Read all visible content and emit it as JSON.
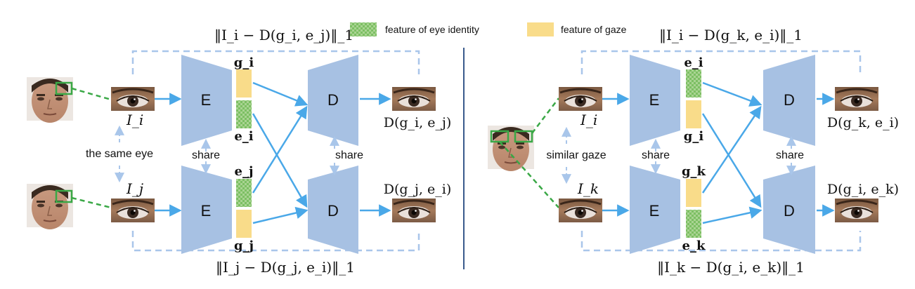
{
  "legend": {
    "identity_label": "feature of eye identity",
    "gaze_label": "feature of gaze"
  },
  "colors": {
    "block": "#a7c1e3",
    "arrow": "#4aa8e8",
    "dashed": "#a9c6ea",
    "face_link": "#3aa846",
    "gaze_feature": "#f9dc8a",
    "identity_feature": "#93c97b",
    "divider": "#3a5a8c"
  },
  "left_panel": {
    "loss_top": "‖I_i − D(g_i, e_j)‖_1",
    "loss_bottom": "‖I_j − D(g_j, e_i)‖_1",
    "input_top": "I_i",
    "input_bottom": "I_j",
    "relation": "the same eye",
    "encoder": "E",
    "decoder": "D",
    "share_encoder": "share",
    "share_decoder": "share",
    "top_features": [
      "g_i",
      "e_i"
    ],
    "bottom_features": [
      "e_j",
      "g_j"
    ],
    "output_top": "D(g_i, e_j)",
    "output_bottom": "D(g_j, e_i)"
  },
  "right_panel": {
    "loss_top": "‖I_i − D(g_k, e_i)‖_1",
    "loss_bottom": "‖I_k − D(g_i, e_k)‖_1",
    "input_top": "I_i",
    "input_bottom": "I_k",
    "relation": "similar gaze",
    "encoder": "E",
    "decoder": "D",
    "share_encoder": "share",
    "share_decoder": "share",
    "top_features": [
      "e_i",
      "g_i"
    ],
    "bottom_features": [
      "g_k",
      "e_k"
    ],
    "output_top": "D(g_k, e_i)",
    "output_bottom": "D(g_i, e_k)"
  }
}
